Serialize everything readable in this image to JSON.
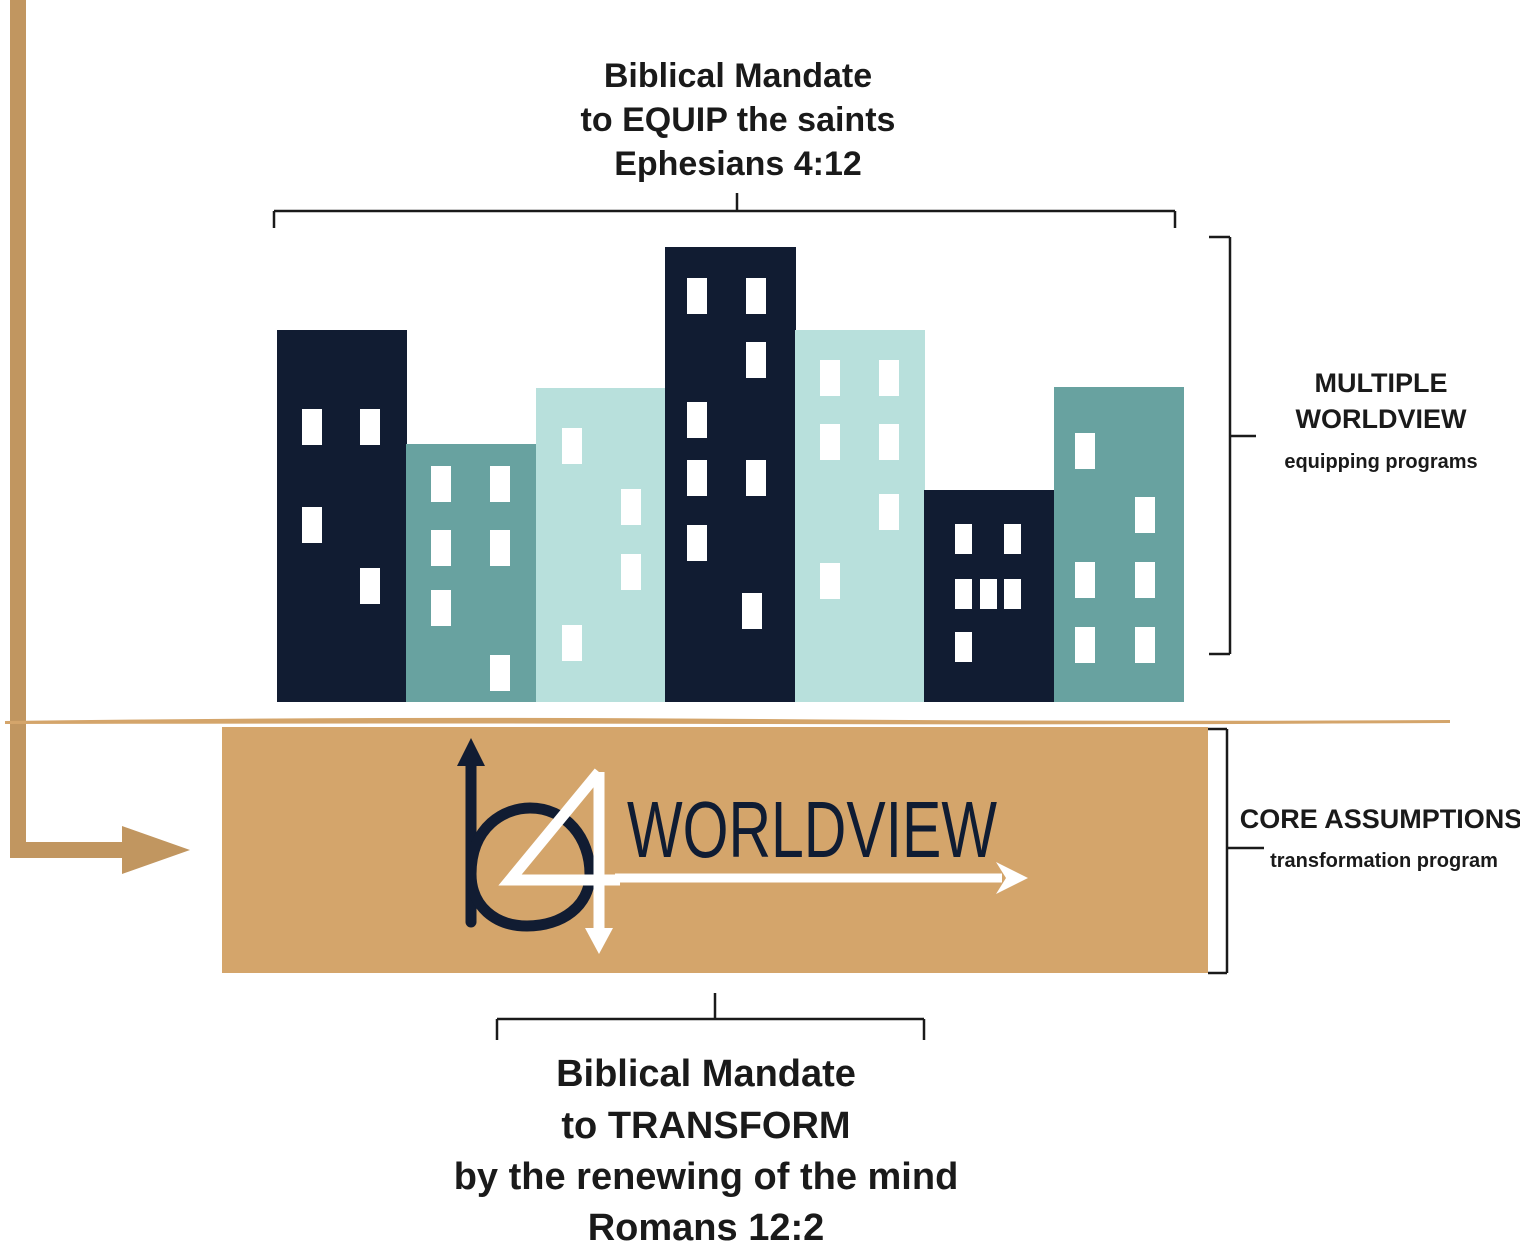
{
  "top_caption": {
    "line1": "Biblical Mandate",
    "line2": "to EQUIP the saints",
    "line3": "Ephesians 4:12"
  },
  "right_top_label": {
    "line1": "MULTIPLE",
    "line2": "WORLDVIEW",
    "line3": "equipping programs"
  },
  "right_bottom_label": {
    "line1": "CORE ASSUMPTIONS",
    "line2": "transformation program"
  },
  "logo": {
    "text": "WORLDVIEW"
  },
  "bottom_caption": {
    "line1": "Biblical Mandate",
    "line2": "to TRANSFORM",
    "line3": "by the renewing of the mind",
    "line4": "Romans 12:2"
  },
  "colors": {
    "navy": "#111c32",
    "teal": "#68a2a0",
    "light_teal": "#b8e0dc",
    "tan": "#d4a56b",
    "arrow_brown": "#c19660",
    "bracket": "#1a1a1a",
    "window": "#ffffff"
  },
  "buildings": [
    {
      "name": "building-1",
      "color": "navy"
    },
    {
      "name": "building-2",
      "color": "teal"
    },
    {
      "name": "building-3",
      "color": "light_teal"
    },
    {
      "name": "building-4",
      "color": "navy"
    },
    {
      "name": "building-5",
      "color": "light_teal"
    },
    {
      "name": "building-6",
      "color": "navy"
    },
    {
      "name": "building-7",
      "color": "teal"
    }
  ]
}
